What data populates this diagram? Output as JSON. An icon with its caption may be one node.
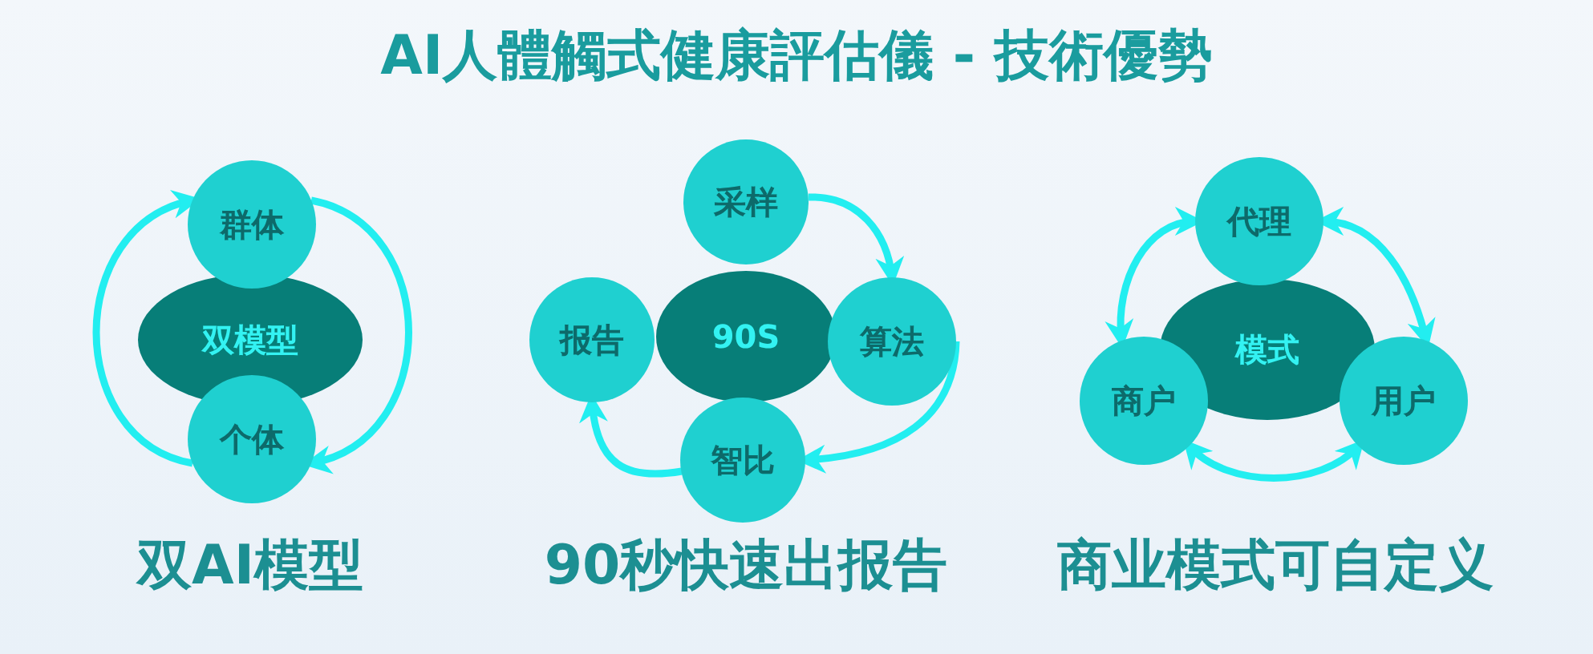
{
  "diagram": {
    "title": "AI人體觸式健康評估儀 - 技術優勢",
    "nodes": [
      {
        "text": [
          "双模型"
        ]
      },
      {
        "text": [
          "群体"
        ]
      },
      {
        "text": [
          "个体"
        ]
      },
      {
        "text": [
          "90S"
        ]
      },
      {
        "text": [
          "采样"
        ]
      },
      {
        "text": [
          "算法"
        ]
      },
      {
        "text": [
          "智比"
        ]
      },
      {
        "text": [
          "报告"
        ]
      },
      {
        "text": [
          "模式"
        ]
      },
      {
        "text": [
          "代理"
        ]
      },
      {
        "text": [
          "商户"
        ]
      },
      {
        "text": [
          "用户"
        ]
      }
    ],
    "edges": [
      {
        "from": 2,
        "to": 1,
        "arrow": "to"
      },
      {
        "from": 1,
        "to": 2,
        "arrow": "to"
      },
      {
        "from": 4,
        "to": 5,
        "arrow": "to"
      },
      {
        "from": 5,
        "to": 6,
        "arrow": "to"
      },
      {
        "from": 6,
        "to": 7,
        "arrow": "to"
      },
      {
        "from": 9,
        "to": 10,
        "arrow": "both"
      },
      {
        "from": 9,
        "to": 11,
        "arrow": "both"
      },
      {
        "from": 10,
        "to": 11,
        "arrow": "both"
      }
    ],
    "labels": [
      "双AI模型",
      "90秒快速出报告",
      "商业模式可自定义"
    ]
  }
}
